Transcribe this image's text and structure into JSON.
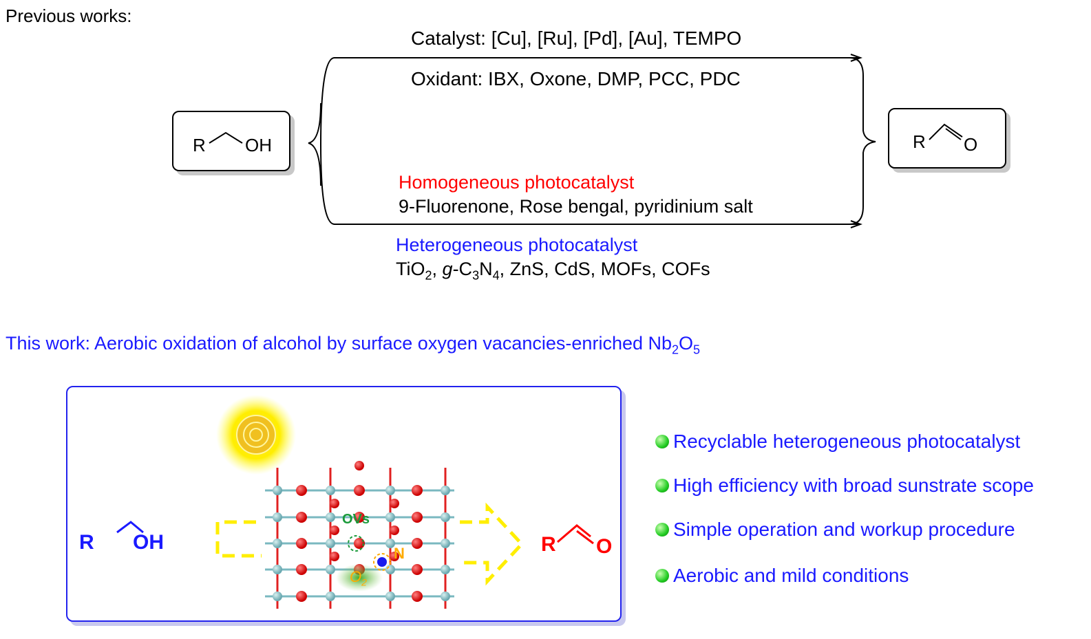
{
  "previous_label": "Previous works:",
  "reactant": {
    "r": "R",
    "oh": "OH"
  },
  "product": {
    "r": "R",
    "o": "O"
  },
  "catalyst_line": "Catalyst: [Cu], [Ru], [Pd], [Au], TEMPO",
  "oxidant_line": "Oxidant: IBX, Oxone, DMP, PCC, PDC",
  "homogeneous": {
    "title": "Homogeneous photocatalyst",
    "examples": "9-Fluorenone, Rose bengal, pyridinium salt"
  },
  "heterogeneous": {
    "title": "Heterogeneous photocatalyst",
    "tio": "TiO",
    "s2": "2",
    "g": "g",
    "c3n4_c": "-C",
    "s3": "3",
    "n": "N",
    "s4": "4",
    "rest": ", ZnS, CdS, MOFs, COFs",
    "comma": ", "
  },
  "this_work": {
    "prefix": "This work:  Aerobic oxidation of alcohol by surface oxygen vacancies-enriched Nb",
    "s2": "2",
    "o": "O",
    "s5": "5"
  },
  "scheme": {
    "r_left": "R",
    "oh": "OH",
    "r_right": "R",
    "o": "O",
    "ovs": "OVs",
    "n_label": "N",
    "o2": "O",
    "o2_sub": "2"
  },
  "features": [
    "Recyclable heterogeneous photocatalyst",
    "High efficiency with broad sunstrate scope",
    "Simple operation and workup procedure",
    "Aerobic and mild conditions"
  ],
  "colors": {
    "blue": "#1a1aff",
    "red": "#ff0000",
    "green": "#1a9a3a",
    "orange": "#ffaa00",
    "yellow": "#ffee00"
  }
}
